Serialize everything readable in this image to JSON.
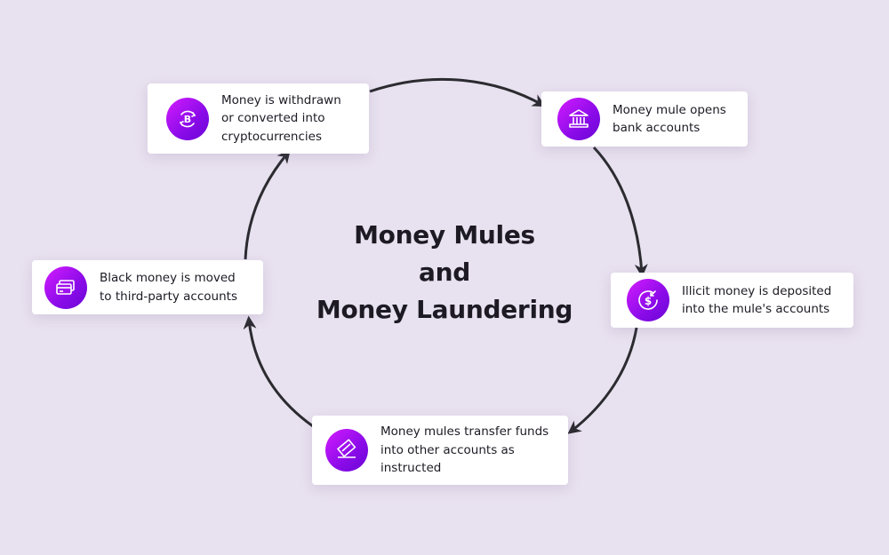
{
  "title": {
    "line1": "Money Mules",
    "line2": "and",
    "line3": "Money Laundering"
  },
  "steps": [
    {
      "text": "Money mule opens\nbank accounts",
      "icon": "bank-icon"
    },
    {
      "text": "Illicit money is deposited\ninto the mule's accounts",
      "icon": "dollar-coin-deposit-icon"
    },
    {
      "text": "Money mules transfer funds\ninto other accounts as\ninstructed",
      "icon": "card-transfer-icon"
    },
    {
      "text": "Black money is moved\nto third-party accounts",
      "icon": "cards-icon"
    },
    {
      "text": "Money is withdrawn\nor converted into\ncryptocurrencies",
      "icon": "bitcoin-exchange-icon"
    }
  ],
  "colors": {
    "background": "#e8e1ef",
    "icon_gradient_start": "#d41cff",
    "icon_gradient_end": "#6a06d6",
    "arrow": "#2b2b30"
  }
}
